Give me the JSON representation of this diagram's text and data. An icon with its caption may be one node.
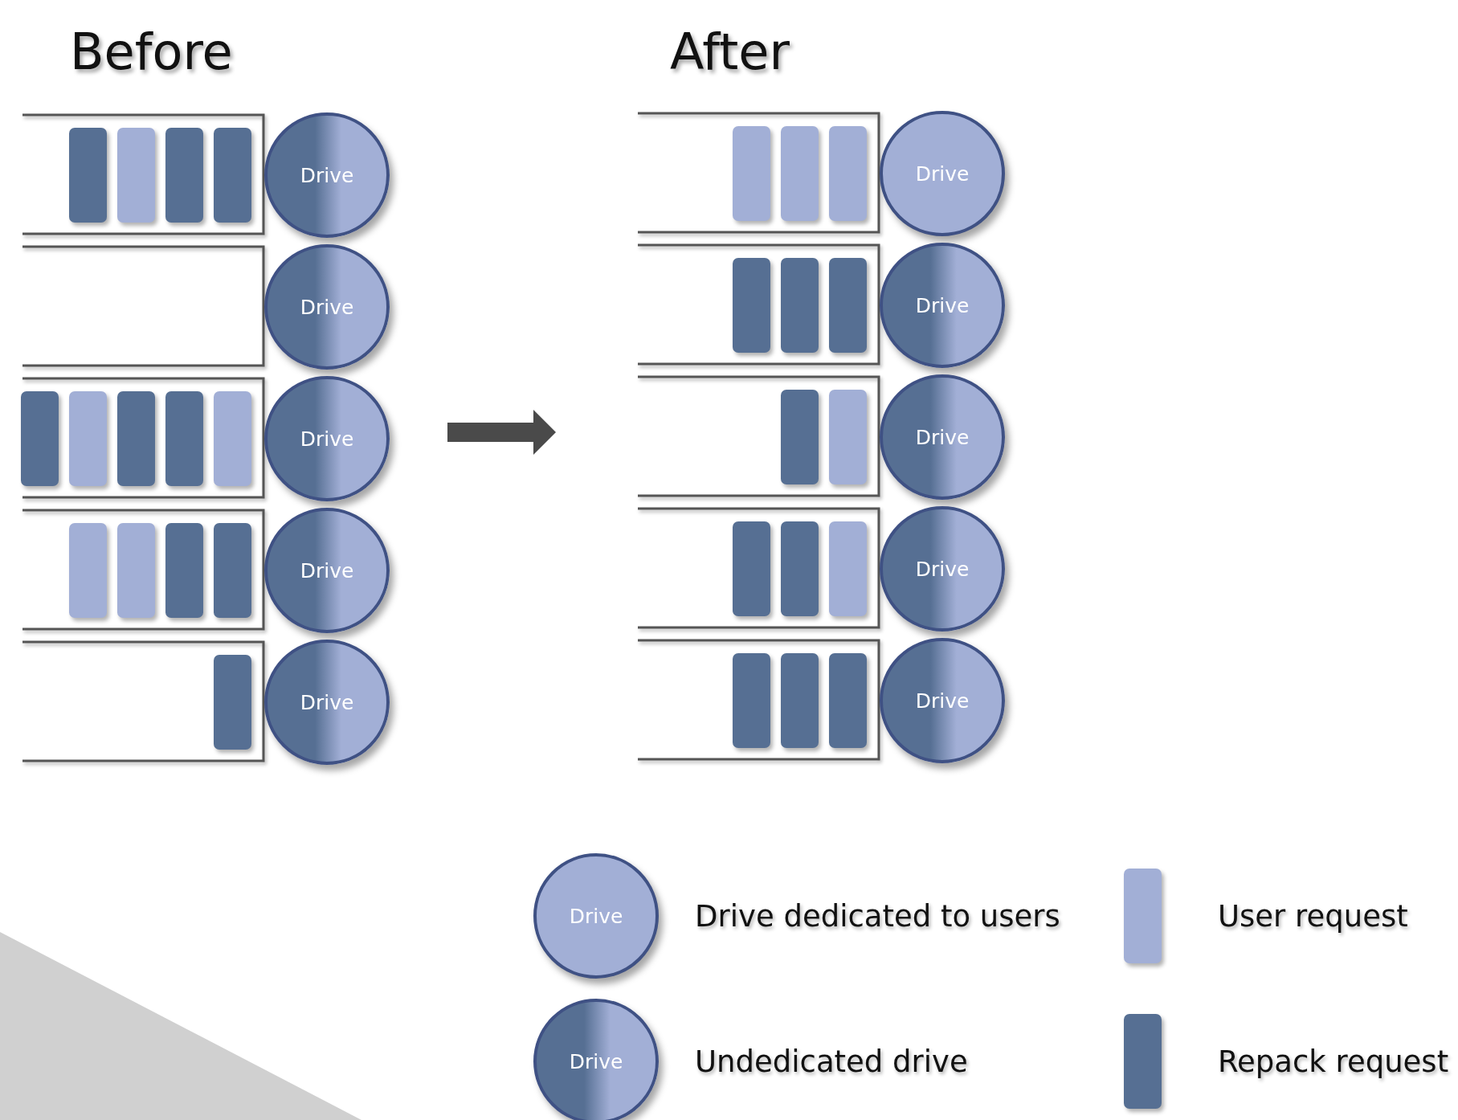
{
  "diagram": {
    "nodes": [
      {
        "text": [],
        "shape": "box"
      },
      {
        "text": [],
        "shape": "bar",
        "in": 0
      },
      {
        "text": [],
        "shape": "bar",
        "in": 0
      },
      {
        "text": [],
        "shape": "bar",
        "in": 0
      },
      {
        "text": [],
        "shape": "bar",
        "in": 0
      },
      {
        "text": [
          "Drive"
        ]
      },
      {
        "text": [],
        "shape": "box"
      },
      {
        "text": [
          "Drive"
        ]
      },
      {
        "text": [],
        "shape": "box"
      },
      {
        "text": [],
        "shape": "bar",
        "in": 8
      },
      {
        "text": [],
        "shape": "bar",
        "in": 8
      },
      {
        "text": [],
        "shape": "bar",
        "in": 8
      },
      {
        "text": [],
        "shape": "bar",
        "in": 8
      },
      {
        "text": [],
        "shape": "bar",
        "in": 8
      },
      {
        "text": [
          "Drive"
        ]
      },
      {
        "text": [],
        "shape": "box"
      },
      {
        "text": [],
        "shape": "bar",
        "in": 15
      },
      {
        "text": [],
        "shape": "bar",
        "in": 15
      },
      {
        "text": [],
        "shape": "bar",
        "in": 15
      },
      {
        "text": [],
        "shape": "bar",
        "in": 15
      },
      {
        "text": [
          "Drive"
        ]
      },
      {
        "text": [],
        "shape": "box"
      },
      {
        "text": [],
        "shape": "bar",
        "in": 21
      },
      {
        "text": [
          "Drive"
        ]
      },
      {
        "text": [],
        "shape": "box"
      },
      {
        "text": [],
        "shape": "bar",
        "in": 24
      },
      {
        "text": [],
        "shape": "bar",
        "in": 24
      },
      {
        "text": [],
        "shape": "bar",
        "in": 24
      },
      {
        "text": [
          "Drive"
        ]
      },
      {
        "text": [],
        "shape": "box"
      },
      {
        "text": [],
        "shape": "bar",
        "in": 29
      },
      {
        "text": [],
        "shape": "bar",
        "in": 29
      },
      {
        "text": [],
        "shape": "bar",
        "in": 29
      },
      {
        "text": [
          "Drive"
        ]
      },
      {
        "text": [],
        "shape": "box"
      },
      {
        "text": [],
        "shape": "bar",
        "in": 34
      },
      {
        "text": [],
        "shape": "bar",
        "in": 34
      },
      {
        "text": [
          "Drive"
        ]
      },
      {
        "text": [],
        "shape": "box"
      },
      {
        "text": [],
        "shape": "bar",
        "in": 38
      },
      {
        "text": [],
        "shape": "bar",
        "in": 38
      },
      {
        "text": [],
        "shape": "bar",
        "in": 38
      },
      {
        "text": [
          "Drive"
        ]
      },
      {
        "text": [],
        "shape": "box"
      },
      {
        "text": [],
        "shape": "bar",
        "in": 43
      },
      {
        "text": [],
        "shape": "bar",
        "in": 43
      },
      {
        "text": [],
        "shape": "bar",
        "in": 43
      },
      {
        "text": [
          "Drive"
        ]
      },
      {
        "text": [
          "Drive"
        ]
      },
      {
        "text": [
          "Drive"
        ]
      }
    ],
    "edges": [],
    "labels": [
      "Before",
      "After"
    ],
    "legend": [
      {
        "text": "Drive dedicated to users"
      },
      {
        "text": "User request",
        "color": "#a2afd6"
      },
      {
        "text": "Undedicated drive"
      },
      {
        "text": "Repack request",
        "color": "#566f93"
      }
    ]
  }
}
